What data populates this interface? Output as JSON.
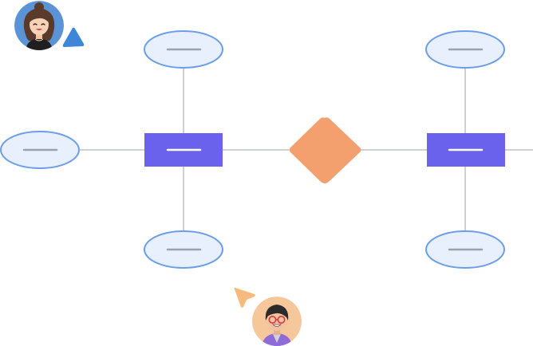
{
  "colors": {
    "connector": "#9aa0a6",
    "entity_fill": "#6a62ec",
    "entity_bar": "#ffffff",
    "attribute_fill": "#e8f0fd",
    "attribute_stroke": "#6b9de8",
    "attribute_bar": "#9aa3ad",
    "relationship_fill": "#f4a06e",
    "cursor_blue": "#3d86d8",
    "cursor_orange": "#f8ba7c",
    "avatar1_bg": "#5b94d6",
    "avatar2_bg": "#f6c79a"
  },
  "diagram": {
    "entities": [
      {
        "id": "entity-left"
      },
      {
        "id": "entity-right"
      }
    ],
    "relationship": {
      "id": "relationship"
    },
    "attributes": [
      {
        "id": "attr-left-top",
        "entity": "entity-left"
      },
      {
        "id": "attr-left-west",
        "entity": "entity-left"
      },
      {
        "id": "attr-left-bottom",
        "entity": "entity-left"
      },
      {
        "id": "attr-right-top",
        "entity": "entity-right"
      },
      {
        "id": "attr-right-bottom",
        "entity": "entity-right"
      }
    ]
  },
  "collaborators": [
    {
      "icon": "user-avatar-woman-icon",
      "cursor_icon": "pointer-cursor-blue-icon"
    },
    {
      "icon": "user-avatar-glasses-icon",
      "cursor_icon": "pointer-cursor-orange-icon"
    }
  ]
}
